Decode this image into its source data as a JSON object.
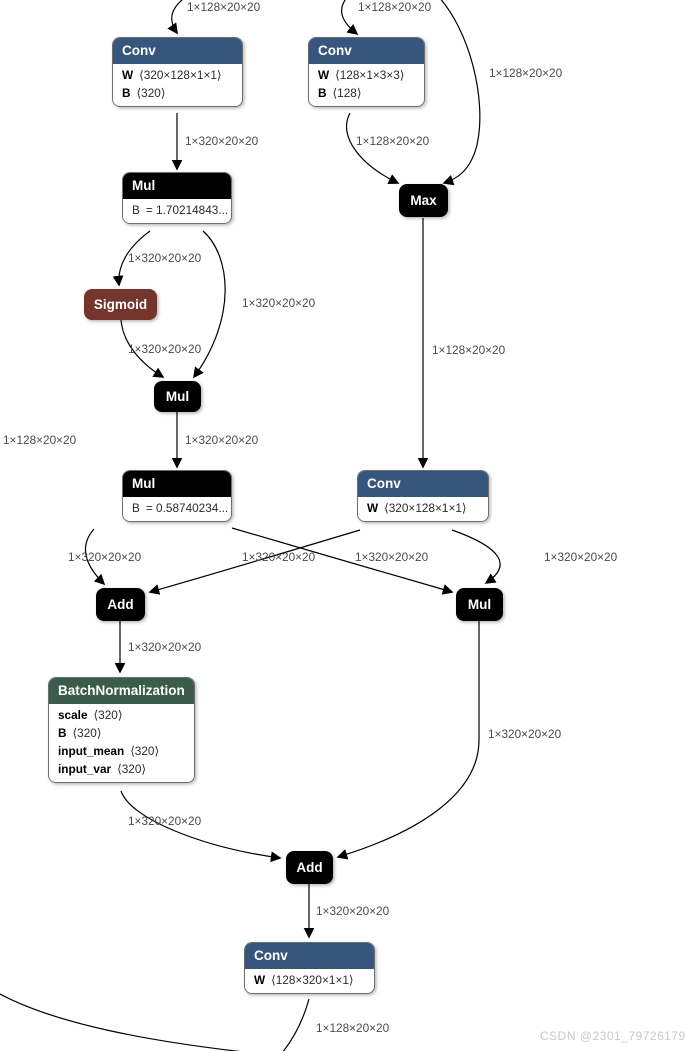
{
  "colors": {
    "conv_header": "#36567d",
    "op_black": "#000000",
    "sigmoid_red": "#74352c",
    "batchnorm_header": "#3c5c4b",
    "edge": "#000000",
    "edge_label_text": "#4a4a4a",
    "watermark_text": "#c9c9ce"
  },
  "watermark": "CSDN @2301_79726179",
  "nodes": {
    "conv_a": {
      "title": "Conv",
      "attrs": [
        {
          "name": "W",
          "value": "⟨320×128×1×1⟩"
        },
        {
          "name": "B",
          "value": "⟨320⟩"
        }
      ]
    },
    "conv_b": {
      "title": "Conv",
      "attrs": [
        {
          "name": "W",
          "value": "⟨128×1×3×3⟩"
        },
        {
          "name": "B",
          "value": "⟨128⟩"
        }
      ]
    },
    "mul_scale_1": {
      "title": "Mul",
      "attrs": [
        {
          "name": "B",
          "value": "= 1.70214843..."
        }
      ]
    },
    "sigmoid": {
      "title": "Sigmoid"
    },
    "max": {
      "title": "Max"
    },
    "mul_join": {
      "title": "Mul"
    },
    "mul_scale_2": {
      "title": "Mul",
      "attrs": [
        {
          "name": "B",
          "value": "= 0.58740234..."
        }
      ]
    },
    "conv_c": {
      "title": "Conv",
      "attrs": [
        {
          "name": "W",
          "value": "⟨320×128×1×1⟩"
        }
      ]
    },
    "add_1": {
      "title": "Add"
    },
    "mul_gate": {
      "title": "Mul"
    },
    "batch_norm": {
      "title": "BatchNormalization",
      "attrs": [
        {
          "name": "scale",
          "value": "⟨320⟩"
        },
        {
          "name": "B",
          "value": "⟨320⟩"
        },
        {
          "name": "input_mean",
          "value": "⟨320⟩"
        },
        {
          "name": "input_var",
          "value": "⟨320⟩"
        }
      ]
    },
    "add_2": {
      "title": "Add"
    },
    "conv_d": {
      "title": "Conv",
      "attrs": [
        {
          "name": "W",
          "value": "⟨128×320×1×1⟩"
        }
      ]
    }
  },
  "edge_labels": [
    {
      "text": "1×128×20×20"
    },
    {
      "text": "1×128×20×20"
    },
    {
      "text": "1×128×20×20"
    },
    {
      "text": "1×320×20×20"
    },
    {
      "text": "1×128×20×20"
    },
    {
      "text": "1×320×20×20"
    },
    {
      "text": "1×320×20×20"
    },
    {
      "text": "1×320×20×20"
    },
    {
      "text": "1×128×20×20"
    },
    {
      "text": "1×128×20×20"
    },
    {
      "text": "1×320×20×20"
    },
    {
      "text": "1×320×20×20"
    },
    {
      "text": "1×320×20×20"
    },
    {
      "text": "1×320×20×20"
    },
    {
      "text": "1×320×20×20"
    },
    {
      "text": "1×320×20×20"
    },
    {
      "text": "1×320×20×20"
    },
    {
      "text": "1×320×20×20"
    },
    {
      "text": "1×320×20×20"
    },
    {
      "text": "1×128×20×20"
    }
  ]
}
